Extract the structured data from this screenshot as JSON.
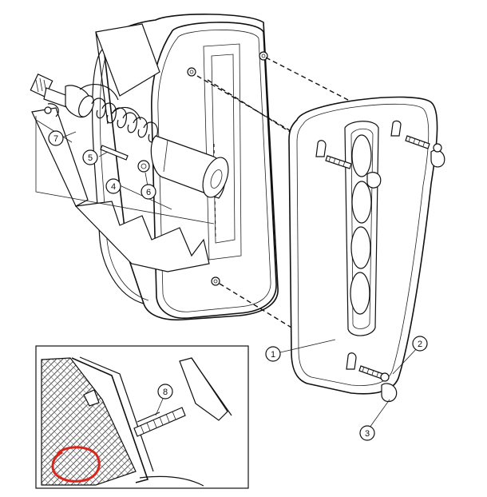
{
  "callouts": [
    {
      "number": "1"
    },
    {
      "number": "2"
    },
    {
      "number": "3"
    },
    {
      "number": "4"
    },
    {
      "number": "5"
    },
    {
      "number": "6"
    },
    {
      "number": "7"
    },
    {
      "number": "8"
    }
  ],
  "colors": {
    "line": "#111111",
    "highlight_circle": "#d9261c",
    "background": "#ffffff"
  }
}
